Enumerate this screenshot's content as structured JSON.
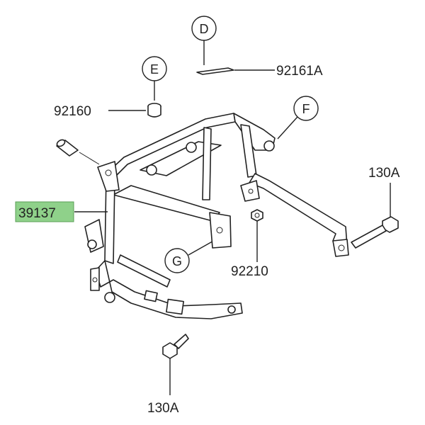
{
  "diagram": {
    "callouts": {
      "d": "D",
      "e": "E",
      "f": "F",
      "g": "G"
    },
    "parts": {
      "frame": "39137",
      "plate": "92161A",
      "damper": "92160",
      "nut": "92210",
      "bolt_right": "130A",
      "bolt_bottom": "130A"
    },
    "colors": {
      "highlight": "#8fd18a",
      "line": "#222222"
    }
  }
}
